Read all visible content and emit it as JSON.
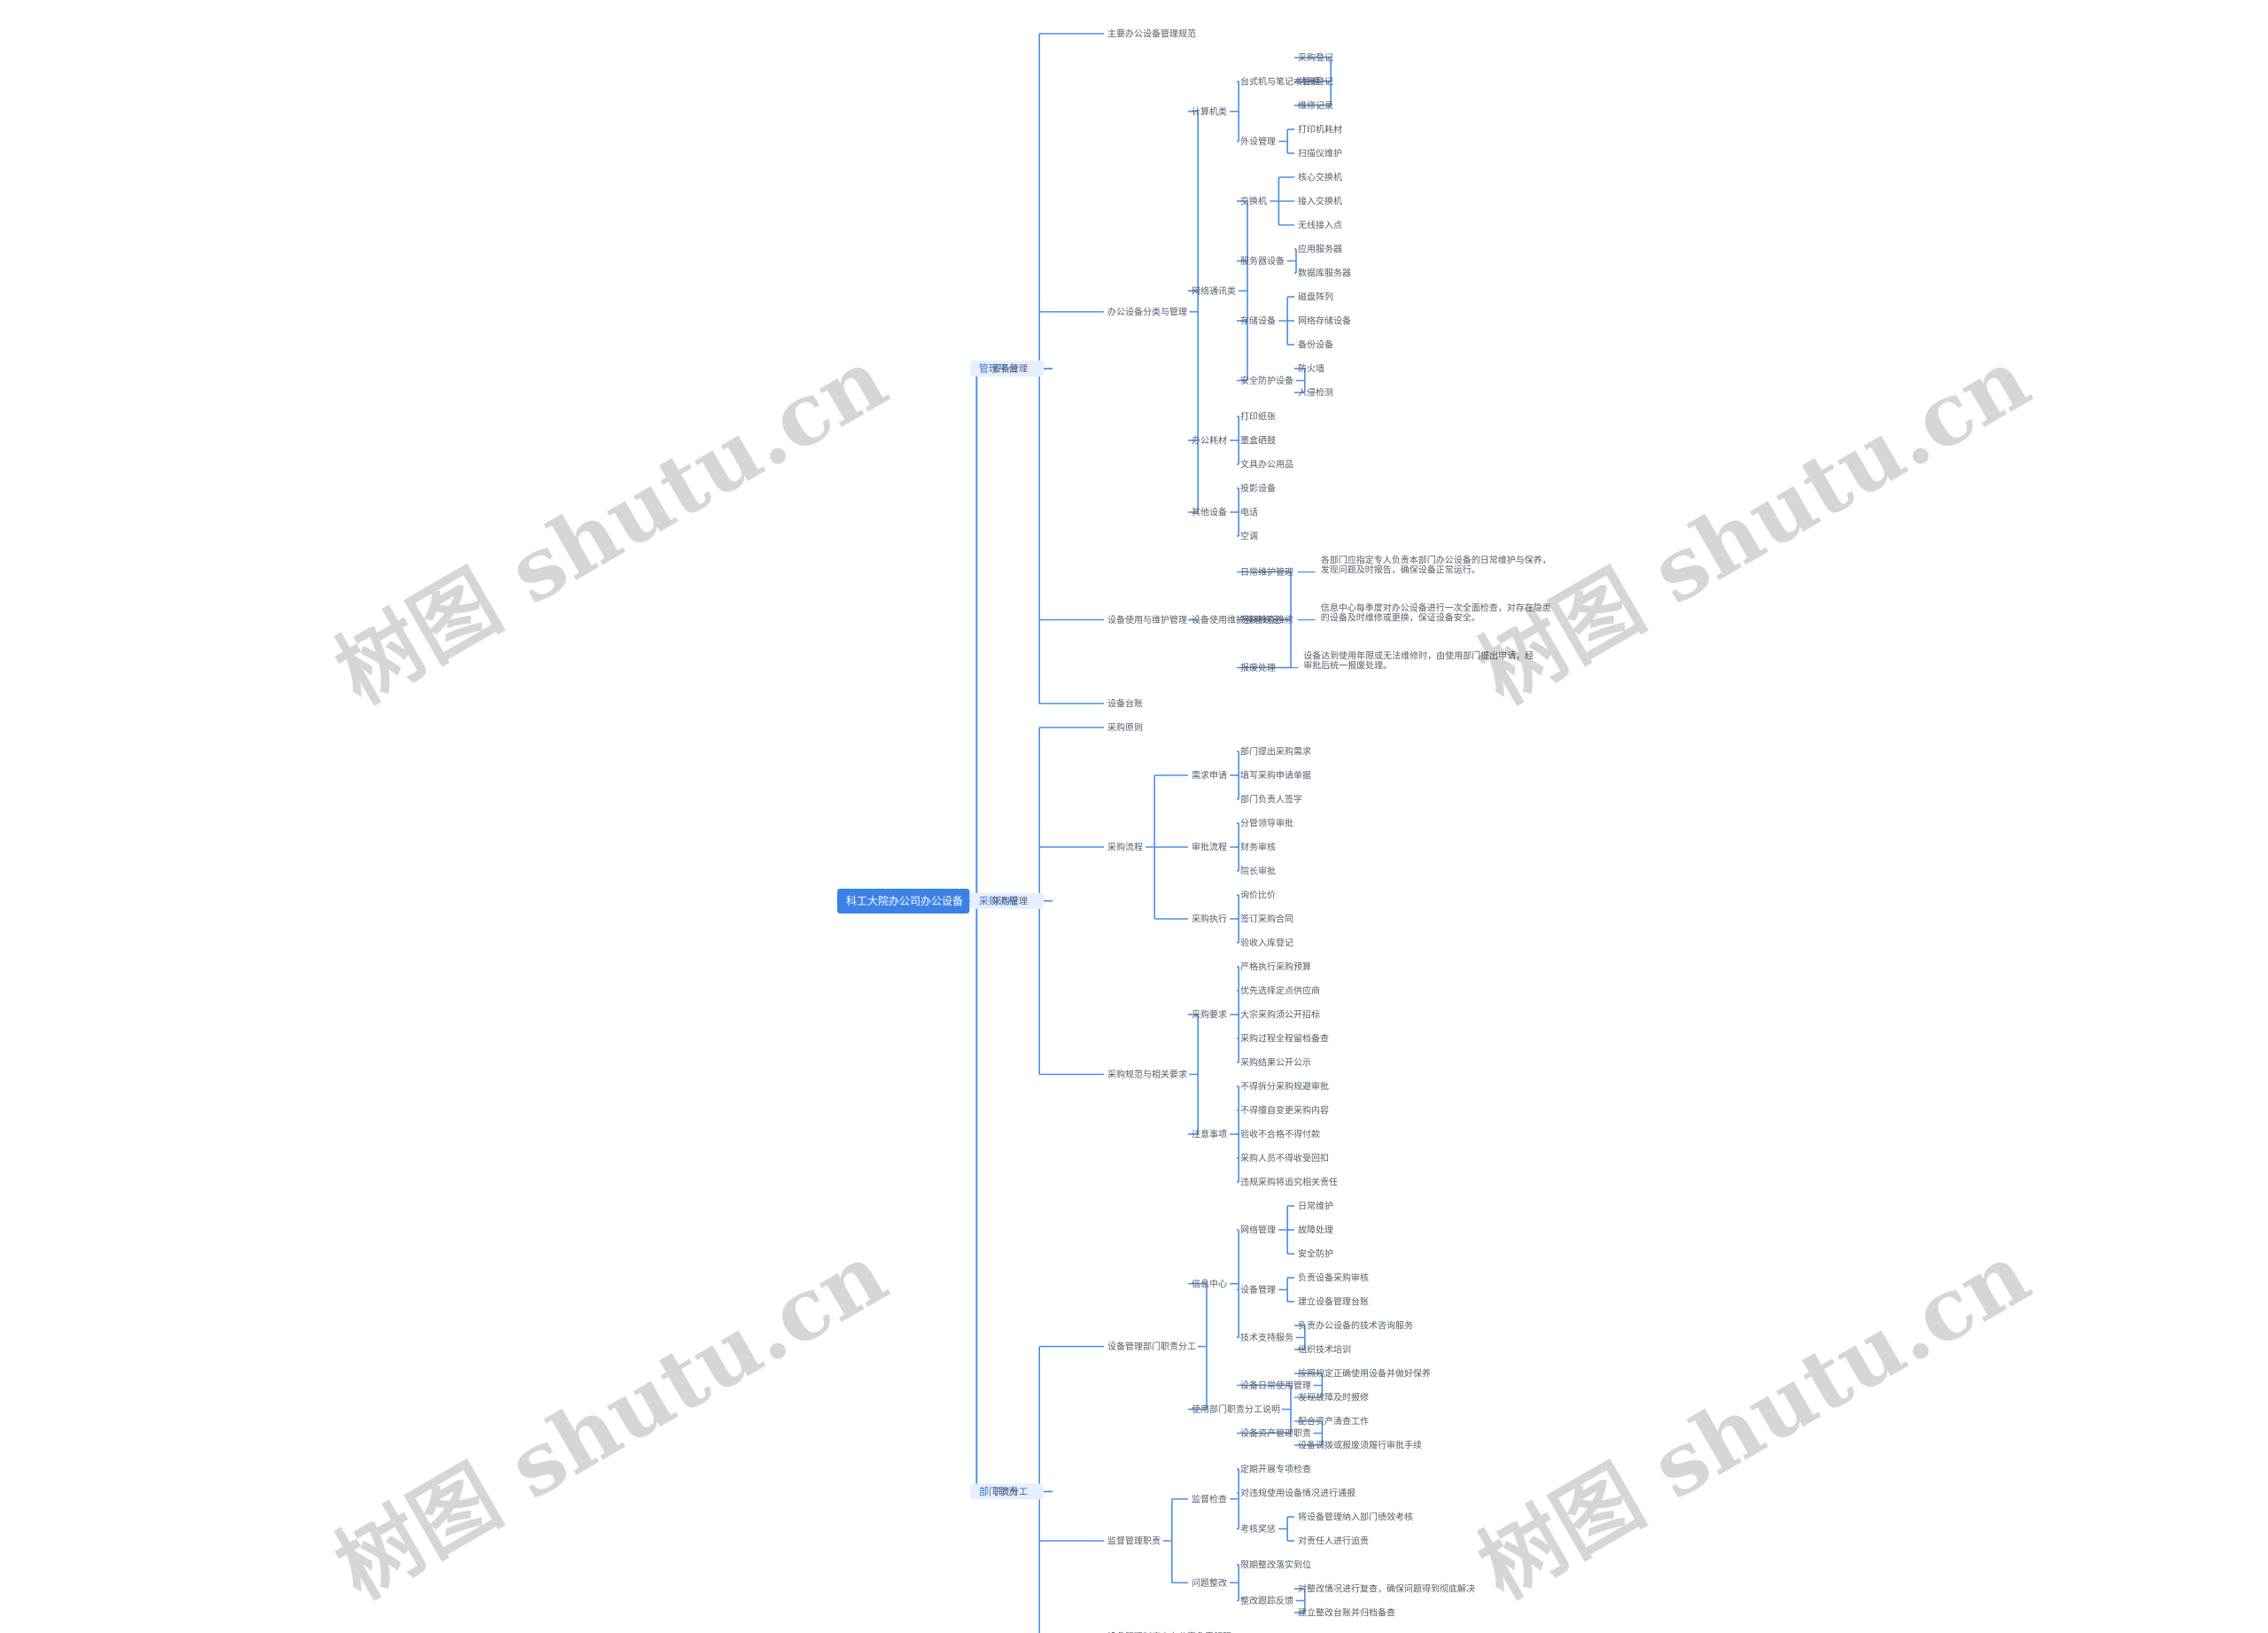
{
  "mindmap": {
    "root": "科工大院办公司办公设备",
    "branches": [
      {
        "label": "管理平台",
        "children": [
          {
            "label": "设备管理",
            "children": [
              {
                "label": "主要办公设备管理规范"
              },
              {
                "label": "办公设备分类与管理",
                "children": [
                  {
                    "label": "计算机类",
                    "children": [
                      {
                        "label": "台式机与笔记本管理",
                        "children": [
                          {
                            "label": "采购登记"
                          },
                          {
                            "label": "领用登记"
                          },
                          {
                            "label": "维修记录"
                          }
                        ]
                      },
                      {
                        "label": "外设管理",
                        "children": [
                          {
                            "label": "打印机耗材"
                          },
                          {
                            "label": "扫描仪维护"
                          }
                        ]
                      }
                    ]
                  },
                  {
                    "label": "网络通讯类",
                    "children": [
                      {
                        "label": "交换机",
                        "children": [
                          {
                            "label": "核心交换机"
                          },
                          {
                            "label": "接入交换机"
                          },
                          {
                            "label": "无线接入点"
                          }
                        ]
                      },
                      {
                        "label": "服务器设备",
                        "children": [
                          {
                            "label": "应用服务器"
                          },
                          {
                            "label": "数据库服务器"
                          }
                        ]
                      },
                      {
                        "label": "存储设备",
                        "children": [
                          {
                            "label": "磁盘阵列"
                          },
                          {
                            "label": "网络存储设备"
                          },
                          {
                            "label": "备份设备"
                          }
                        ]
                      },
                      {
                        "label": "安全防护设备",
                        "children": [
                          {
                            "label": "防火墙"
                          },
                          {
                            "label": "入侵检测"
                          }
                        ]
                      }
                    ]
                  },
                  {
                    "label": "办公耗材",
                    "children": [
                      {
                        "label": "打印纸张"
                      },
                      {
                        "label": "墨盒硒鼓"
                      },
                      {
                        "label": "文具办公用品"
                      }
                    ]
                  },
                  {
                    "label": "其他设备",
                    "children": [
                      {
                        "label": "投影设备"
                      },
                      {
                        "label": "电话"
                      },
                      {
                        "label": "空调"
                      }
                    ]
                  }
                ]
              },
              {
                "label": "设备使用与维护管理",
                "children": [
                  {
                    "label": "设备使用维护管理规定",
                    "children": [
                      {
                        "label": "日常维护管理",
                        "note": "各部门应指定专人负责本部门办公设备的日常维护与保养，发现问题及时报告，确保设备正常运行。"
                      },
                      {
                        "label": "定期检查维修",
                        "note": "信息中心每季度对办公设备进行一次全面检查，对存在隐患的设备及时维修或更换，保证设备安全。"
                      },
                      {
                        "label": "报废处理",
                        "note": "设备达到使用年限或无法维修时，由使用部门提出申请，经审批后统一报废处理。"
                      }
                    ]
                  }
                ]
              },
              {
                "label": "设备台账"
              }
            ]
          }
        ]
      },
      {
        "label": "采购流程",
        "children": [
          {
            "label": "采购管理",
            "children": [
              {
                "label": "采购原则"
              },
              {
                "label": "采购流程",
                "children": [
                  {
                    "label": "需求申请",
                    "children": [
                      {
                        "label": "部门提出采购需求"
                      },
                      {
                        "label": "填写采购申请单据"
                      },
                      {
                        "label": "部门负责人签字"
                      }
                    ]
                  },
                  {
                    "label": "审批流程",
                    "children": [
                      {
                        "label": "分管领导审批"
                      },
                      {
                        "label": "财务审核"
                      },
                      {
                        "label": "院长审批"
                      }
                    ]
                  },
                  {
                    "label": "采购执行",
                    "children": [
                      {
                        "label": "询价比价"
                      },
                      {
                        "label": "签订采购合同"
                      },
                      {
                        "label": "验收入库登记"
                      }
                    ]
                  }
                ]
              },
              {
                "label": "采购规范与相关要求",
                "children": [
                  {
                    "label": "采购要求",
                    "children": [
                      {
                        "label": "严格执行采购预算"
                      },
                      {
                        "label": "优先选择定点供应商"
                      },
                      {
                        "label": "大宗采购须公开招标"
                      },
                      {
                        "label": "采购过程全程留档备查"
                      },
                      {
                        "label": "采购结果公开公示"
                      }
                    ]
                  },
                  {
                    "label": "注意事项",
                    "children": [
                      {
                        "label": "不得拆分采购规避审批"
                      },
                      {
                        "label": "不得擅自变更采购内容"
                      },
                      {
                        "label": "验收不合格不得付款"
                      },
                      {
                        "label": "采购人员不得收受回扣"
                      },
                      {
                        "label": "违规采购将追究相关责任"
                      }
                    ]
                  }
                ]
              }
            ]
          }
        ]
      },
      {
        "label": "部门职责",
        "children": [
          {
            "label": "职责分工",
            "children": [
              {
                "label": "设备管理部门职责分工",
                "children": [
                  {
                    "label": "信息中心",
                    "children": [
                      {
                        "label": "网络管理",
                        "children": [
                          {
                            "label": "日常维护"
                          },
                          {
                            "label": "故障处理"
                          },
                          {
                            "label": "安全防护"
                          }
                        ]
                      },
                      {
                        "label": "设备管理",
                        "children": [
                          {
                            "label": "负责设备采购审核"
                          },
                          {
                            "label": "建立设备管理台账"
                          }
                        ]
                      },
                      {
                        "label": "技术支持服务",
                        "children": [
                          {
                            "label": "负责办公设备的技术咨询服务"
                          },
                          {
                            "label": "组织技术培训"
                          }
                        ]
                      }
                    ]
                  },
                  {
                    "label": "使用部门职责分工说明",
                    "children": [
                      {
                        "label": "设备日常使用管理",
                        "children": [
                          {
                            "label": "按照规定正确使用设备并做好保养"
                          },
                          {
                            "label": "发现故障及时报修"
                          }
                        ]
                      },
                      {
                        "label": "设备资产管理职责",
                        "children": [
                          {
                            "label": "配合资产清查工作"
                          },
                          {
                            "label": "设备调拨或报废须履行审批手续"
                          }
                        ]
                      }
                    ]
                  }
                ]
              },
              {
                "label": "监督管理职责",
                "children": [
                  {
                    "label": "监督检查",
                    "children": [
                      {
                        "label": "定期开展专项检查"
                      },
                      {
                        "label": "对违规使用设备情况进行通报"
                      },
                      {
                        "label": "考核奖惩",
                        "children": [
                          {
                            "label": "将设备管理纳入部门绩效考核"
                          },
                          {
                            "label": "对责任人进行追责"
                          }
                        ]
                      }
                    ]
                  },
                  {
                    "label": "问题整改",
                    "children": [
                      {
                        "label": "限期整改落实到位"
                      },
                      {
                        "label": "整改跟踪反馈",
                        "children": [
                          {
                            "label": "对整改情况进行复查，确保问题得到彻底解决"
                          },
                          {
                            "label": "建立整改台账并归档备查"
                          }
                        ]
                      }
                    ]
                  }
                ]
              },
              {
                "label": "设备管理制度由办公室负责解释"
              }
            ]
          }
        ]
      }
    ]
  },
  "watermarks": [
    "树图 shutu.cn",
    "树图 shutu.cn",
    "树图 shutu.cn",
    "树图 shutu.cn"
  ],
  "colors": {
    "line": "#4a8fe7",
    "root_fill": "#3b82e8",
    "branch_fill": "#e6efff",
    "text": "#555d6b",
    "watermark": "#c8c8c8"
  }
}
